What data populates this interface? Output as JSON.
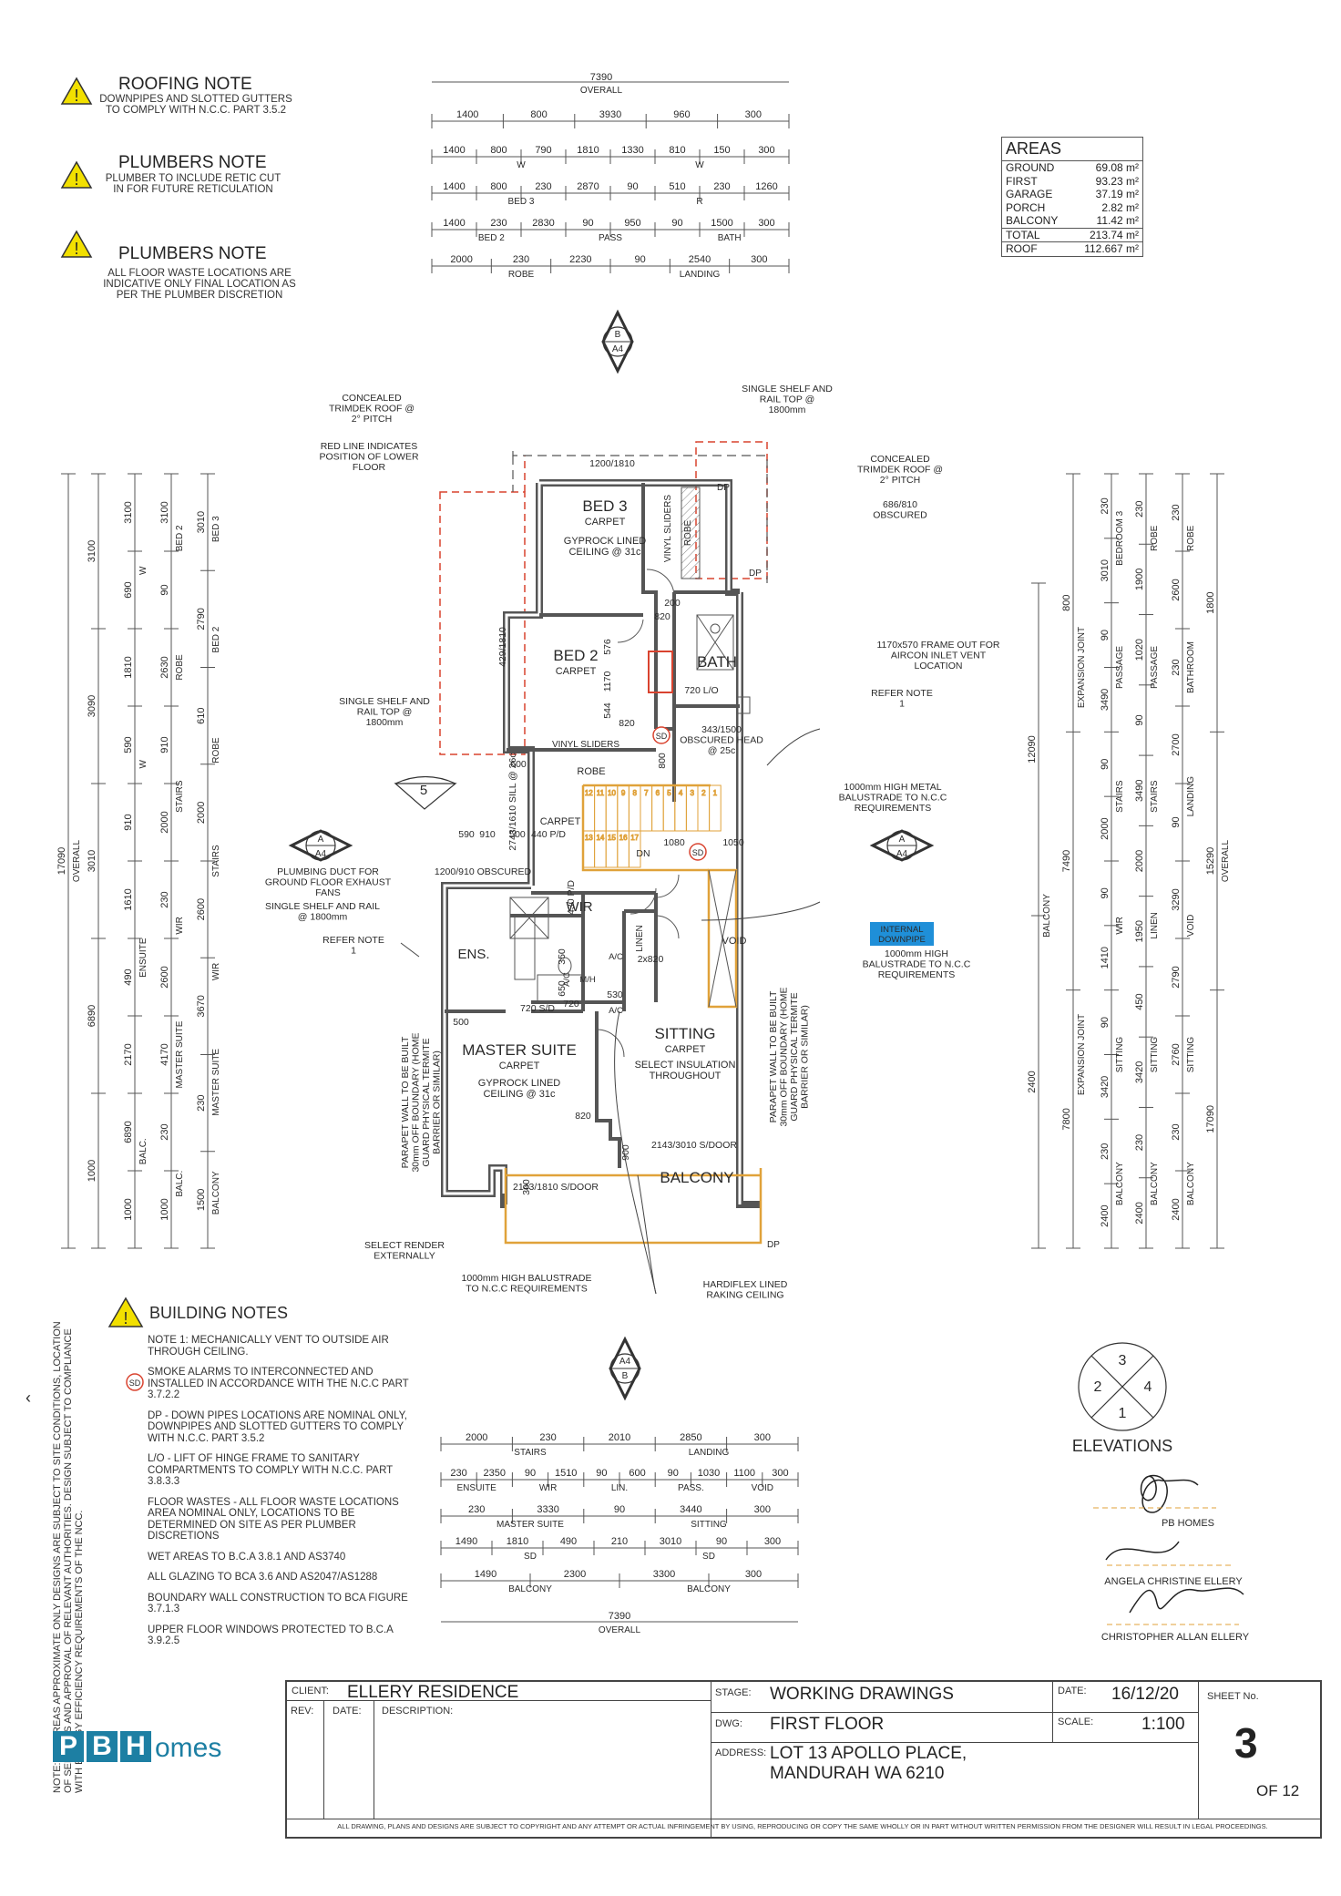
{
  "roofing_note": {
    "title": "ROOFING NOTE",
    "body": "DOWNPIPES AND SLOTTED GUTTERS TO COMPLY WITH N.C.C. PART 3.5.2"
  },
  "plumbers_note_1": {
    "title": "PLUMBERS NOTE",
    "body": "PLUMBER TO INCLUDE RETIC CUT IN FOR FUTURE RETICULATION"
  },
  "plumbers_note_2": {
    "title": "PLUMBERS NOTE",
    "body": "ALL FLOOR WASTE LOCATIONS ARE INDICATIVE ONLY FINAL LOCATION AS PER THE PLUMBER DISCRETION"
  },
  "areas": {
    "title": "AREAS",
    "rows": [
      {
        "label": "GROUND",
        "value": "69.08 m²"
      },
      {
        "label": "FIRST",
        "value": "93.23 m²"
      },
      {
        "label": "GARAGE",
        "value": "37.19 m²"
      },
      {
        "label": "PORCH",
        "value": "2.82 m²"
      },
      {
        "label": "BALCONY",
        "value": "11.42 m²"
      }
    ],
    "total_label": "TOTAL",
    "total_value": "213.74 m²",
    "roof_label": "ROOF",
    "roof_value": "112.667 m²"
  },
  "top_dims": {
    "overall": "7390",
    "overall_label": "OVERALL",
    "r1": [
      "1400",
      "800",
      "3930",
      "960",
      "300"
    ],
    "r2": [
      "1400",
      "800",
      "790",
      "1810",
      "1330",
      "810",
      "150",
      "300"
    ],
    "r2_labels": [
      "W",
      "W"
    ],
    "r3": [
      "1400",
      "800",
      "230",
      "2870",
      "90",
      "510",
      "230",
      "1260"
    ],
    "r3_labels": [
      "BED 3",
      "R"
    ],
    "r4": [
      "1400",
      "230",
      "2830",
      "90",
      "950",
      "90",
      "1500",
      "300"
    ],
    "r4_labels": [
      "BED 2",
      "PASS",
      "BATH"
    ],
    "r5": [
      "2000",
      "230",
      "2230",
      "90",
      "2540",
      "300"
    ],
    "r5_labels": [
      "ROBE",
      "LANDING"
    ]
  },
  "bottom_dims": {
    "r1": [
      "2000",
      "230",
      "2010",
      "2850",
      "300"
    ],
    "r1_labels": [
      "STAIRS",
      "LANDING"
    ],
    "r2": [
      "230",
      "2350",
      "90",
      "1510",
      "90",
      "600",
      "90",
      "1030",
      "1100",
      "300"
    ],
    "r2_labels": [
      "ENSUITE",
      "WIR",
      "LIN.",
      "PASS.",
      "VOID"
    ],
    "r3": [
      "230",
      "3330",
      "90",
      "3440",
      "300"
    ],
    "r3_labels": [
      "MASTER SUITE",
      "SITTING"
    ],
    "r4": [
      "1490",
      "1810",
      "490",
      "210",
      "3010",
      "90",
      "300"
    ],
    "r4_labels": [
      "SD",
      "SD"
    ],
    "r5": [
      "1490",
      "2300",
      "3300",
      "300"
    ],
    "r5_labels": [
      "BALCONY",
      "BALCONY"
    ],
    "overall": "7390",
    "overall_label": "OVERALL"
  },
  "left_dims": {
    "c1": [
      "17090"
    ],
    "c1_label": "OVERALL",
    "c2": [
      "3100",
      "3090",
      "3010",
      "6890",
      "1000"
    ],
    "c3": [
      "3100",
      "690",
      "1810",
      "590",
      "910",
      "1610",
      "490",
      "2170",
      "6890",
      "1000"
    ],
    "c3_labels": [
      "W",
      "W",
      "ENSUITE",
      "BALC."
    ],
    "c4": [
      "3100",
      "90",
      "2630",
      "910",
      "2000",
      "230",
      "2600",
      "4170",
      "230",
      "1000"
    ],
    "c4_labels": [
      "BED 2",
      "ROBE",
      "STAIRS",
      "WIR",
      "MASTER SUITE",
      "BALC."
    ],
    "c5": [
      "3010",
      "2790",
      "610",
      "2000",
      "2600",
      "3670",
      "230",
      "1500"
    ],
    "c5_labels": [
      "BED 3",
      "BED 2",
      "ROBE",
      "STAIRS",
      "WIR",
      "MASTER SUITE",
      "BALCONY"
    ]
  },
  "right_dims": {
    "c1": [
      "12090",
      "2400"
    ],
    "c1_labels": [
      "BALCONY"
    ],
    "c2": [
      "800",
      "7490",
      "7800"
    ],
    "c2_labels": [
      "EXPANSION JOINT",
      "EXPANSION JOINT"
    ],
    "c3": [
      "230",
      "3010",
      "90",
      "3490",
      "90",
      "2000",
      "90",
      "1410",
      "90",
      "3420",
      "230",
      "2400"
    ],
    "c3_labels": [
      "BEDROOM 3",
      "PASSAGE",
      "STAIRS",
      "WIR",
      "SITTING",
      "BALCONY"
    ],
    "c4": [
      "230",
      "1900",
      "1020",
      "90",
      "3490",
      "2000",
      "1950",
      "450",
      "3420",
      "230",
      "2400"
    ],
    "c4_labels": [
      "ROBE",
      "PASSAGE",
      "STAIRS",
      "LINEN",
      "SITTING",
      "BALCONY"
    ],
    "c5": [
      "230",
      "2600",
      "230",
      "2700",
      "90",
      "3290",
      "2790",
      "2760",
      "230",
      "2400"
    ],
    "c5_labels": [
      "ROBE",
      "BATHROOM",
      "LANDING",
      "VOID",
      "SITTING",
      "BALCONY"
    ],
    "c6": [
      "1800",
      "15290",
      "17090"
    ],
    "c6_label": "OVERALL"
  },
  "rooms": [
    {
      "name": "BED 3",
      "sub": "CARPET",
      "extra": "GYPROCK LINED CEILING @ 31c"
    },
    {
      "name": "BED 2",
      "sub": "CARPET"
    },
    {
      "name": "BATH"
    },
    {
      "name": "MASTER SUITE",
      "sub": "CARPET",
      "extra": "GYPROCK LINED CEILING @ 31c"
    },
    {
      "name": "SITTING",
      "sub": "CARPET",
      "extra": "SELECT INSULATION THROUGHOUT"
    },
    {
      "name": "BALCONY"
    },
    {
      "name": "ENS."
    },
    {
      "name": "WIR"
    },
    {
      "name": "ROBE"
    },
    {
      "name": "LINEN"
    },
    {
      "name": "VOID"
    },
    {
      "name": "VINYL SLIDERS"
    },
    {
      "name": "VINYL SLIDERS"
    },
    {
      "name": "ROBE"
    },
    {
      "name": "CARPET"
    }
  ],
  "plan_labels": {
    "concealed_left": "CONCEALED TRIMDEK ROOF @ 2° PITCH",
    "red_line": "RED LINE INDICATES POSITION OF LOWER FLOOR",
    "single_shelf_top": "SINGLE SHELF AND RAIL TOP @ 1800mm",
    "concealed_right": "CONCEALED TRIMDEK ROOF @ 2° PITCH",
    "obscured_686": "686/810 OBSCURED",
    "frame_out": "1170x570 FRAME OUT FOR AIRCON INLET VENT LOCATION",
    "refer_note_right": "REFER NOTE 1",
    "single_shelf_left": "SINGLE SHELF AND RAIL TOP @ 1800mm",
    "obscured_343": "343/1500 OBSCURED HEAD @ 25c",
    "balustrade_stair": "1000mm HIGH METAL BALUSTRADE TO N.C.C REQUIREMENTS",
    "plumbing_duct": "PLUMBING DUCT FOR GROUND FLOOR EXHAUST FANS",
    "single_shelf_rail": "SINGLE SHELF AND RAIL @ 1800mm",
    "refer_note_left": "REFER NOTE 1",
    "internal_downpipe": "INTERNAL DOWNPIPE",
    "balustrade_void": "1000mm HIGH BALUSTRADE TO N.C.C REQUIREMENTS",
    "parapet_left": "PARAPET WALL TO BE BUILT 30mm OFF BOUNDARY (HOME GUARD PHYSICAL TERMITE BARRIER OR SIMILAR)",
    "parapet_right": "PARAPET WALL TO BE BUILT 30mm OFF BOUNDARY (HOME GUARD PHYSICAL TERMITE BARRIER OR SIMILAR)",
    "select_render": "SELECT RENDER EXTERNALLY",
    "balustrade_balc": "1000mm HIGH BALUSTRADE TO N.C.C REQUIREMENTS",
    "hardiflex": "HARDIFLEX LINED RAKING CEILING",
    "w1200_1810": "1200/1810",
    "w429": "429/1810",
    "w1200_910": "1200/910 OBSCURED",
    "w2743": "2743/1610 SILL @ 26c",
    "w2143_3010": "2143/3010 S/DOOR",
    "w2143_1810": "2143/1810 S/DOOR",
    "d820a": "820",
    "d820b": "820",
    "d820c": "820",
    "d2x820": "2x820",
    "d720lo": "720 L/O",
    "d720sd": "720 S/D",
    "d720": "720",
    "d600": "600",
    "d800": "800",
    "d576": "576",
    "d1170": "1170",
    "d544": "544",
    "d200": "200",
    "d590": "590",
    "d910": "910",
    "d500a": "500",
    "d440": "440 P/D",
    "d1080": "1080",
    "d1050": "1050",
    "d430": "430 P/D",
    "d500b": "500",
    "d530": "530",
    "d650": "650",
    "d350": "350",
    "d900": "900",
    "d300": "300",
    "dn": "DN",
    "dp1": "DP",
    "dp2": "DP",
    "dp3": "DP",
    "ac1": "A/C",
    "ac2": "A/C",
    "ac3": "A/C",
    "mh": "M/H",
    "stair_top": [
      "12",
      "11",
      "10",
      "9",
      "8",
      "7",
      "6",
      "5",
      "4",
      "3",
      "2",
      "1"
    ],
    "stair_bottom": [
      "13",
      "14",
      "15",
      "16",
      "17"
    ],
    "sd_badge": "SD",
    "section_b_top": {
      "letter": "B",
      "sheet": "A4"
    },
    "section_b_bottom": {
      "letter": "B",
      "sheet": "A4"
    },
    "section_a_left": {
      "letter": "A",
      "sheet": "A4"
    },
    "section_a_right": {
      "letter": "A",
      "sheet": "A4"
    },
    "elev5": "5"
  },
  "building_notes": {
    "title": "BUILDING NOTES",
    "items": [
      "NOTE 1: MECHANICALLY VENT TO OUTSIDE AIR THROUGH CEILING.",
      "SMOKE ALARMS TO INTERCONNECTED AND INSTALLED IN ACCORDANCE WITH THE N.C.C PART 3.7.2.2",
      "DP - DOWN PIPES LOCATIONS ARE NOMINAL ONLY, DOWNPIPES AND SLOTTED GUTTERS TO COMPLY WITH N.C.C. PART 3.5.2",
      "L/O - LIFT OF HINGE FRAME TO SANITARY COMPARTMENTS TO COMPLY WITH N.C.C. PART 3.8.3.3",
      "FLOOR WASTES - ALL FLOOR WASTE LOCATIONS AREA NOMINAL ONLY, LOCATIONS TO BE DETERMINED ON SITE AS PER PLUMBER DISCRETIONS",
      "WET AREAS TO B.C.A 3.8.1 AND AS3740",
      "ALL GLAZING TO BCA 3.6 AND AS2047/AS1288",
      "BOUNDARY WALL CONSTRUCTION TO BCA FIGURE 3.7.1.3",
      "UPPER FLOOR WINDOWS PROTECTED TO B.C.A 3.9.2.5"
    ]
  },
  "vertical_note": "NOTE: ALL AREAS APPROXIMATE ONLY DESIGNS ARE SUBJECT TO SITE CONDITIONS, LOCATION OF SERVICES AND APPROVAL OF RELEVANT AUTHORITIES. DESIGN SUBJECT TO COMPLIANCE WITH ENERGY EFFICIENCY REQUIREMENTS OF THE NCC.",
  "elevations": {
    "label": "ELEVATIONS",
    "n1": "1",
    "n2": "2",
    "n3": "3",
    "n4": "4"
  },
  "signatures": {
    "pb": "PB HOMES",
    "angela": "ANGELA CHRISTINE ELLERY",
    "christopher": "CHRISTOPHER ALLAN ELLERY"
  },
  "title_block": {
    "client_label": "CLIENT:",
    "client": "ELLERY RESIDENCE",
    "stage_label": "STAGE:",
    "stage": "WORKING DRAWINGS",
    "date_label": "DATE:",
    "date": "16/12/20",
    "sheet_label": "SHEET No.",
    "sheet": "3",
    "of": "OF 12",
    "rev_label": "REV:",
    "rdate_label": "DATE:",
    "desc_label": "DESCRIPTION:",
    "dwg_label": "DWG:",
    "dwg": "FIRST FLOOR",
    "scale_label": "SCALE:",
    "scale": "1:100",
    "address_label": "ADDRESS:",
    "address1": "LOT 13 APOLLO PLACE,",
    "address2": "MANDURAH WA 6210"
  },
  "logo": {
    "p": "P",
    "b": "B",
    "h": "H",
    "omes": "omes"
  },
  "copyright": "ALL DRAWING, PLANS AND DESIGNS ARE SUBJECT TO COPYRIGHT AND ANY ATTEMPT OR ACTUAL INFRINGEMENT BY USING, REPRODUCING OR COPY THE SAME WHOLLY OR IN PART WITHOUT WRITTEN PERMISSION FROM THE DESIGNER WILL RESULT IN LEGAL PROCEEDINGS.",
  "colors": {
    "wall": "#555555",
    "red_line": "#d9432f",
    "balustrade": "#e0a23a",
    "downpipe_badge": "#1f8fd8",
    "logo_blue": "#1d7fa3"
  }
}
